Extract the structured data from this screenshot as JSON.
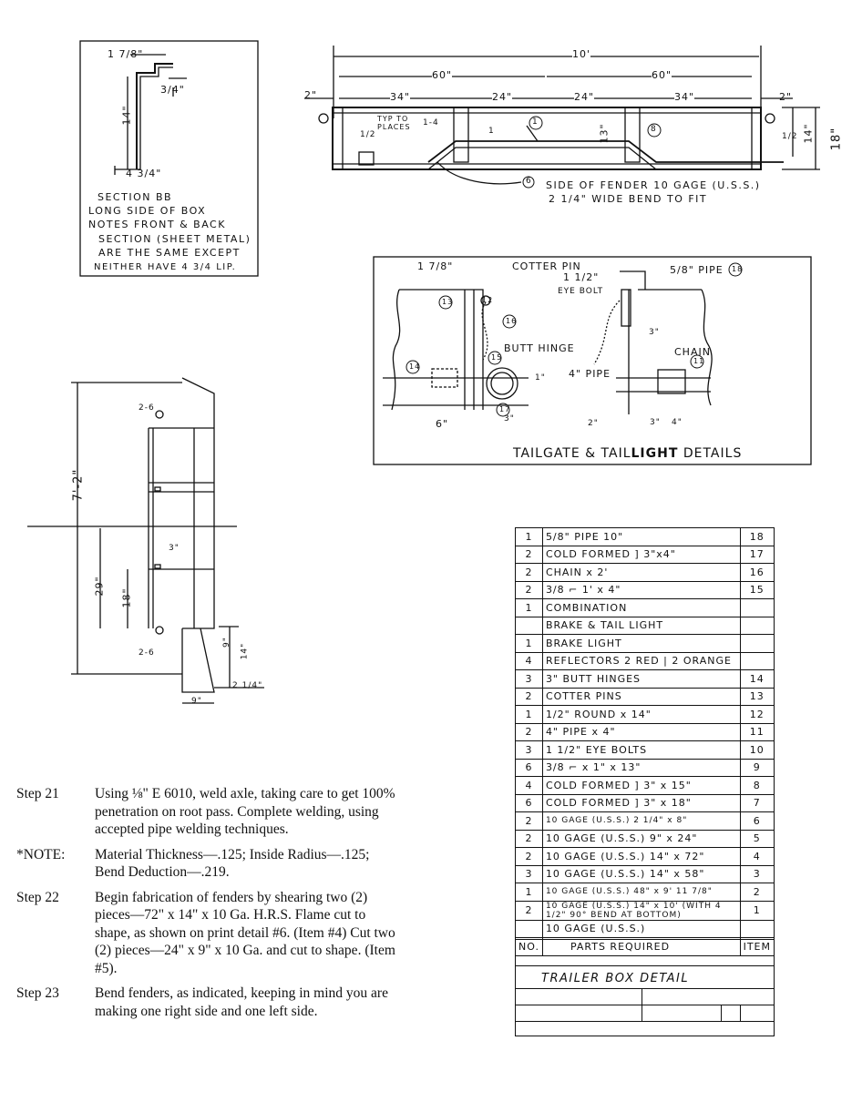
{
  "section_bb": {
    "dims": {
      "top": "1 7/8\"",
      "depth": "14\"",
      "lip": "3/4\"",
      "bottom": "4 3/4\""
    },
    "notes": [
      "SECTION BB",
      "LONG SIDE OF BOX",
      "NOTES FRONT & BACK",
      "SECTION (SHEET METAL)",
      "ARE THE SAME EXCEPT",
      "NEITHER HAVE 4 3/4 LIP."
    ]
  },
  "side_view": {
    "overall": "10'",
    "halves": [
      "60\"",
      "60\""
    ],
    "segments": [
      "2\"",
      "34\"",
      "24\"",
      "24\"",
      "34\"",
      "2\""
    ],
    "labels": {
      "typ": "TYP TO PLACES",
      "weld": "1-4",
      "half": "1/2",
      "one": "1",
      "item1": "1",
      "item8": "8",
      "item6": "6",
      "h13": "13\"",
      "h14": "14\"",
      "h18": "18\"",
      "h_half": "1/2"
    },
    "fender_note": [
      "SIDE OF FENDER  10 GAGE (U.S.S.)",
      "2 1/4\" WIDE BEND TO FIT"
    ]
  },
  "tailgate": {
    "caption_a": "TAILGATE & TAIL",
    "caption_b": "LIGHT",
    "caption_c": " DETAILS",
    "labels": {
      "cotter": "COTTER PIN",
      "d178": "1 7/8\"",
      "d112": "1 1/2\"",
      "eyebolt": "EYE BOLT",
      "pipe58": "5/8\" PIPE",
      "butt": "BUTT  HINGE",
      "chain": "CHAIN",
      "pipe4": "4\" PIPE",
      "d6": "6\"",
      "d3a": "3\"",
      "d3b": "3\"",
      "d1": "1\"",
      "d3c": "3\"",
      "d4": "4\"",
      "d2": "2\""
    },
    "callouts": [
      "13",
      "12",
      "16",
      "18",
      "11",
      "14",
      "15",
      "17"
    ]
  },
  "fender_view": {
    "height": "7'-2\"",
    "weld_top": "2-6",
    "weld_bottom": "2-6",
    "d29": "29\"",
    "d18": "18\"",
    "d3": "3\"",
    "d9a": "9\"",
    "d14": "14\"",
    "d9b": "9\"",
    "d214": "2 1/4\""
  },
  "steps": [
    {
      "key": "Step 21",
      "text": "Using ⅛\" E 6010, weld axle, taking care to get 100% penetration on root pass. Complete welding, using accepted pipe welding techniques."
    },
    {
      "key": "*NOTE:",
      "text": "Material Thickness—.125; Inside Radius—.125; Bend Deduction—.219."
    },
    {
      "key": "Step 22",
      "text": "Begin fabrication of fenders by shearing two (2) pieces—72\" x 14\" x 10 Ga. H.R.S. Flame cut to shape, as shown on print detail #6. (Item #4) Cut two (2) pieces—24\" x 9\" x 10 Ga. and cut to shape. (Item #5)."
    },
    {
      "key": "Step 23",
      "text": "Bend fenders, as indicated, keeping in mind you are making one right side and one left side."
    }
  ],
  "parts": [
    {
      "no": "1",
      "desc": "5/8\" PIPE    10\"",
      "item": "18"
    },
    {
      "no": "2",
      "desc": "COLD FORMED ] 3\"x4\"",
      "item": "17"
    },
    {
      "no": "2",
      "desc": "CHAIN x 2'",
      "item": "16"
    },
    {
      "no": "2",
      "desc": "3/8 ⌐  1' x 4\"",
      "item": "15"
    },
    {
      "no": "1",
      "desc": "COMBINATION",
      "item": ""
    },
    {
      "no": "",
      "desc": "BRAKE & TAIL LIGHT",
      "item": ""
    },
    {
      "no": "1",
      "desc": "BRAKE LIGHT",
      "item": ""
    },
    {
      "no": "4",
      "desc": "REFLECTORS 2 RED | 2 ORANGE",
      "item": ""
    },
    {
      "no": "3",
      "desc": "3\" BUTT HINGES",
      "item": "14"
    },
    {
      "no": "2",
      "desc": "COTTER PINS",
      "item": "13"
    },
    {
      "no": "1",
      "desc": "1/2\" ROUND x 14\"",
      "item": "12"
    },
    {
      "no": "2",
      "desc": "4\" PIPE x 4\"",
      "item": "11"
    },
    {
      "no": "3",
      "desc": "1 1/2\" EYE BOLTS",
      "item": "10"
    },
    {
      "no": "6",
      "desc": "3/8 ⌐ x 1\" x 13\"",
      "item": "9"
    },
    {
      "no": "4",
      "desc": "COLD FORMED ] 3\" x 15\"",
      "item": "8"
    },
    {
      "no": "6",
      "desc": "COLD FORMED ] 3\" x 18\"",
      "item": "7"
    },
    {
      "no": "2",
      "desc": "10 GAGE (U.S.S.)  2 1/4\" x 8\"",
      "item": "6"
    },
    {
      "no": "2",
      "desc": "10 GAGE (U.S.S.)  9\" x 24\"",
      "item": "5"
    },
    {
      "no": "2",
      "desc": "10 GAGE (U.S.S.)  14\" x 72\"",
      "item": "4"
    },
    {
      "no": "3",
      "desc": "10 GAGE (U.S.S.)  14\" x 58\"",
      "item": "3"
    },
    {
      "no": "1",
      "desc": "10 GAGE (U.S.S.) 48\" x 9' 11 7/8\"",
      "item": "2"
    },
    {
      "no": "2",
      "desc": "10 GAGE (U.S.S.) 14\" x 10' (WITH 4 1/2\" 90° BEND AT BOTTOM)",
      "item": "1"
    },
    {
      "no": "",
      "desc": "10 GAGE (U.S.S.)",
      "item": ""
    }
  ],
  "parts_header": {
    "no": "NO.",
    "desc": "PARTS REQUIRED",
    "item": "ITEM"
  },
  "title_block": {
    "title": "TRAILER BOX DETAIL"
  }
}
